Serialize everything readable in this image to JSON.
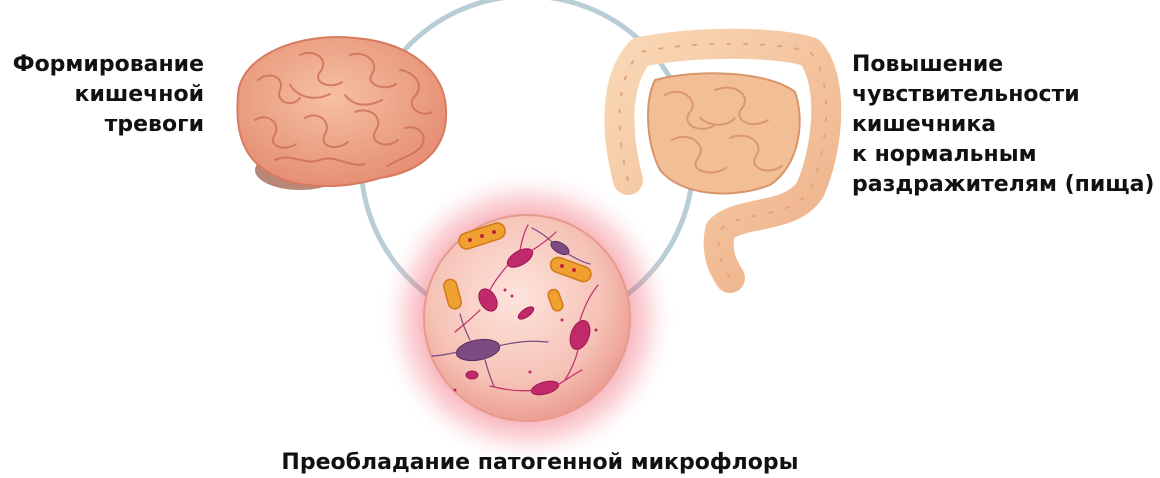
{
  "labels": {
    "left": [
      "Формирование",
      "кишечной",
      "тревоги"
    ],
    "right": [
      "Повышение",
      "чувствительности",
      "кишечника",
      "к нормальным",
      "раздражителям (пища)"
    ],
    "bottom": "Преобладание патогенной микрофлоры"
  },
  "colors": {
    "ring": "#b9cdd6",
    "brain": "#f0a88a",
    "intestine": "#f4c8a0",
    "glow": "#e8283a",
    "petri": "#f8c8c0",
    "bacteria_magenta": "#c02a6a",
    "bacteria_orange": "#f0a030",
    "bacteria_purple": "#7a4a80"
  },
  "icons": [
    "brain-illustration",
    "intestine-illustration",
    "bacteria-illustration"
  ]
}
